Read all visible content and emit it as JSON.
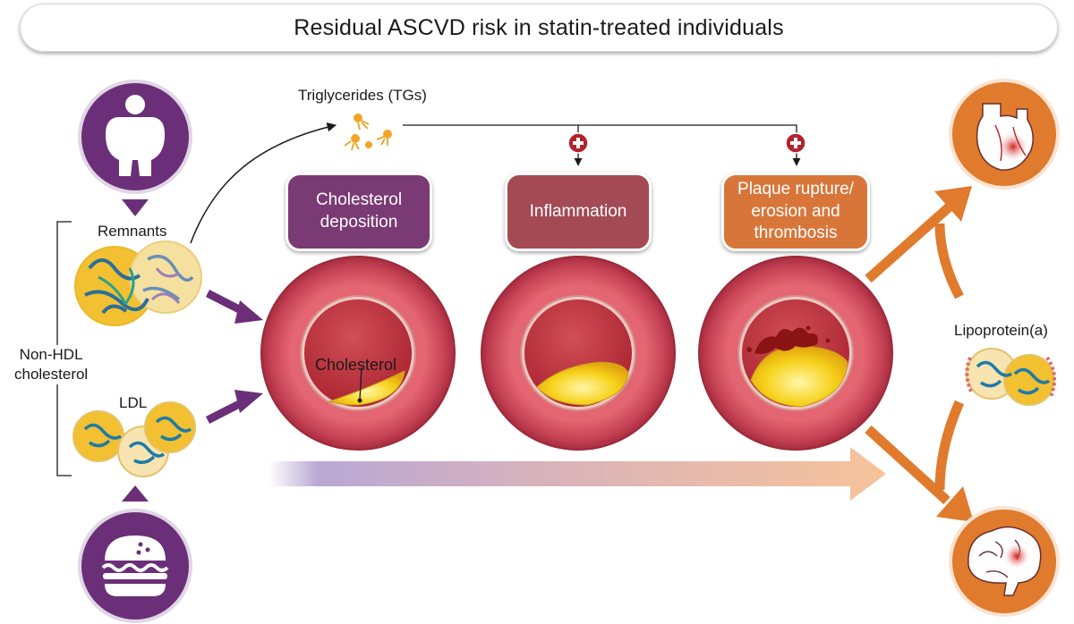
{
  "title": "Residual ASCVD risk in statin-treated individuals",
  "triglycerides_label": "Triglycerides (TGs)",
  "left_group": {
    "group_label_line1": "Non-HDL",
    "group_label_line2": "cholesterol",
    "remnants_label": "Remnants",
    "ldl_label": "LDL"
  },
  "stages": [
    {
      "label_line1": "Cholesterol",
      "label_line2": "deposition",
      "label_line3": "",
      "color": "#7a3a73"
    },
    {
      "label_line1": "Inflammation",
      "label_line2": "",
      "label_line3": "",
      "color": "#a34a54"
    },
    {
      "label_line1": "Plaque rupture/",
      "label_line2": "erosion and",
      "label_line3": "thrombosis",
      "color": "#d8763a"
    }
  ],
  "cholesterol_label": "Cholesterol",
  "lpa_label": "Lipoprotein(a)",
  "icons": [
    "obese-person-icon",
    "burger-icon",
    "heart-icon",
    "brain-icon",
    "plus-icon"
  ],
  "colors": {
    "purple": "#6b2f79",
    "orange": "#e07a2c",
    "artery_outer": "#c9475a",
    "lumen": "#c23b45",
    "plaque": "#f6d11a"
  }
}
